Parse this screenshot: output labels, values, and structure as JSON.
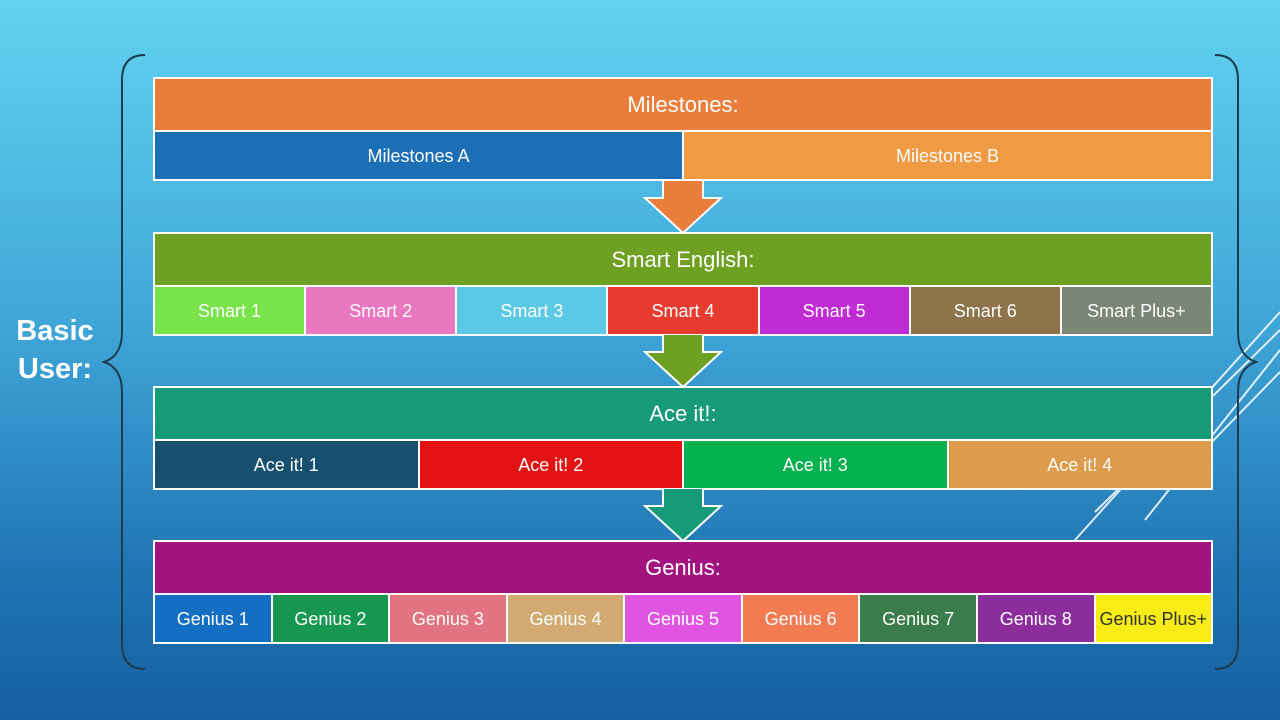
{
  "side_label": "Basic\nUser:",
  "sections": [
    {
      "title": "Milestones:",
      "color": "#e97d3a",
      "items": [
        {
          "label": "Milestones A",
          "color": "#1c6fb4"
        },
        {
          "label": "Milestones B",
          "color": "#f09a44"
        }
      ]
    },
    {
      "title": "Smart English:",
      "color": "#6ea022",
      "items": [
        {
          "label": "Smart 1",
          "color": "#79e44a"
        },
        {
          "label": "Smart 2",
          "color": "#ea78c0"
        },
        {
          "label": "Smart 3",
          "color": "#5bc8e6"
        },
        {
          "label": "Smart 4",
          "color": "#e83b2f"
        },
        {
          "label": "Smart 5",
          "color": "#c12bd6"
        },
        {
          "label": "Smart 6",
          "color": "#8d744b"
        },
        {
          "label": "Smart Plus+",
          "color": "#7a8676"
        }
      ]
    },
    {
      "title": "Ace it!:",
      "color": "#169a7a",
      "items": [
        {
          "label": "Ace it! 1",
          "color": "#17506e"
        },
        {
          "label": "Ace it! 2",
          "color": "#e31313"
        },
        {
          "label": "Ace it! 3",
          "color": "#05b04e"
        },
        {
          "label": "Ace it! 4",
          "color": "#dc9c4c"
        }
      ]
    },
    {
      "title": "Genius:",
      "color": "#a3137f",
      "items": [
        {
          "label": "Genius 1",
          "color": "#146ec2"
        },
        {
          "label": "Genius 2",
          "color": "#17974f"
        },
        {
          "label": "Genius 3",
          "color": "#e27380"
        },
        {
          "label": "Genius 4",
          "color": "#d2ab72"
        },
        {
          "label": "Genius 5",
          "color": "#df55e2"
        },
        {
          "label": "Genius 6",
          "color": "#f27b52"
        },
        {
          "label": "Genius 7",
          "color": "#3a7d4a"
        },
        {
          "label": "Genius 8",
          "color": "#8c2d9c"
        },
        {
          "label": "Genius Plus+",
          "color": "#f8ec16",
          "dark_text": true
        }
      ]
    }
  ],
  "arrow_colors": [
    "#e97d3a",
    "#6ea022",
    "#169a7a"
  ]
}
